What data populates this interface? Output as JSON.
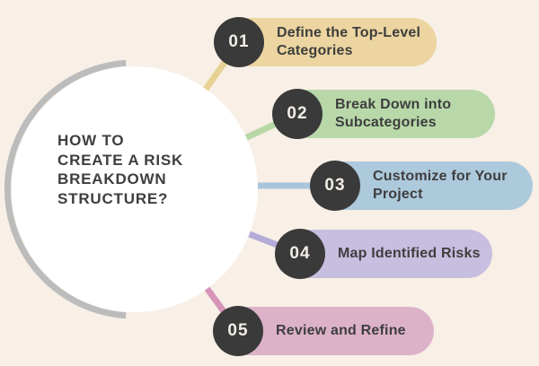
{
  "colors": {
    "background": "#f8efe6",
    "center_circle": "#ffffff",
    "center_arc": "#bcbcbc",
    "step_circle": "#3a3a3a",
    "number_text": "#f2eee7",
    "text_dark": "#3e3e3e"
  },
  "center": {
    "title_lines": [
      "HOW TO",
      "CREATE A RISK",
      "BREAKDOWN",
      "STRUCTURE?"
    ]
  },
  "steps": [
    {
      "number": "01",
      "label_lines": [
        "Define the Top-Level",
        "Categories"
      ],
      "pill_color": "#ecd5a0",
      "line_color": "#e7d193"
    },
    {
      "number": "02",
      "label_lines": [
        "Break Down into",
        "Subcategories"
      ],
      "pill_color": "#b8d8a9",
      "line_color": "#b7d7a7"
    },
    {
      "number": "03",
      "label_lines": [
        "Customize for Your",
        "Project"
      ],
      "pill_color": "#adc9dc",
      "line_color": "#a8c6da"
    },
    {
      "number": "04",
      "label_lines": [
        "Map Identified Risks"
      ],
      "pill_color": "#c8bedf",
      "line_color": "#b5abd7"
    },
    {
      "number": "05",
      "label_lines": [
        "Review and Refine"
      ],
      "pill_color": "#dcb2c9",
      "line_color": "#d794b9"
    }
  ]
}
